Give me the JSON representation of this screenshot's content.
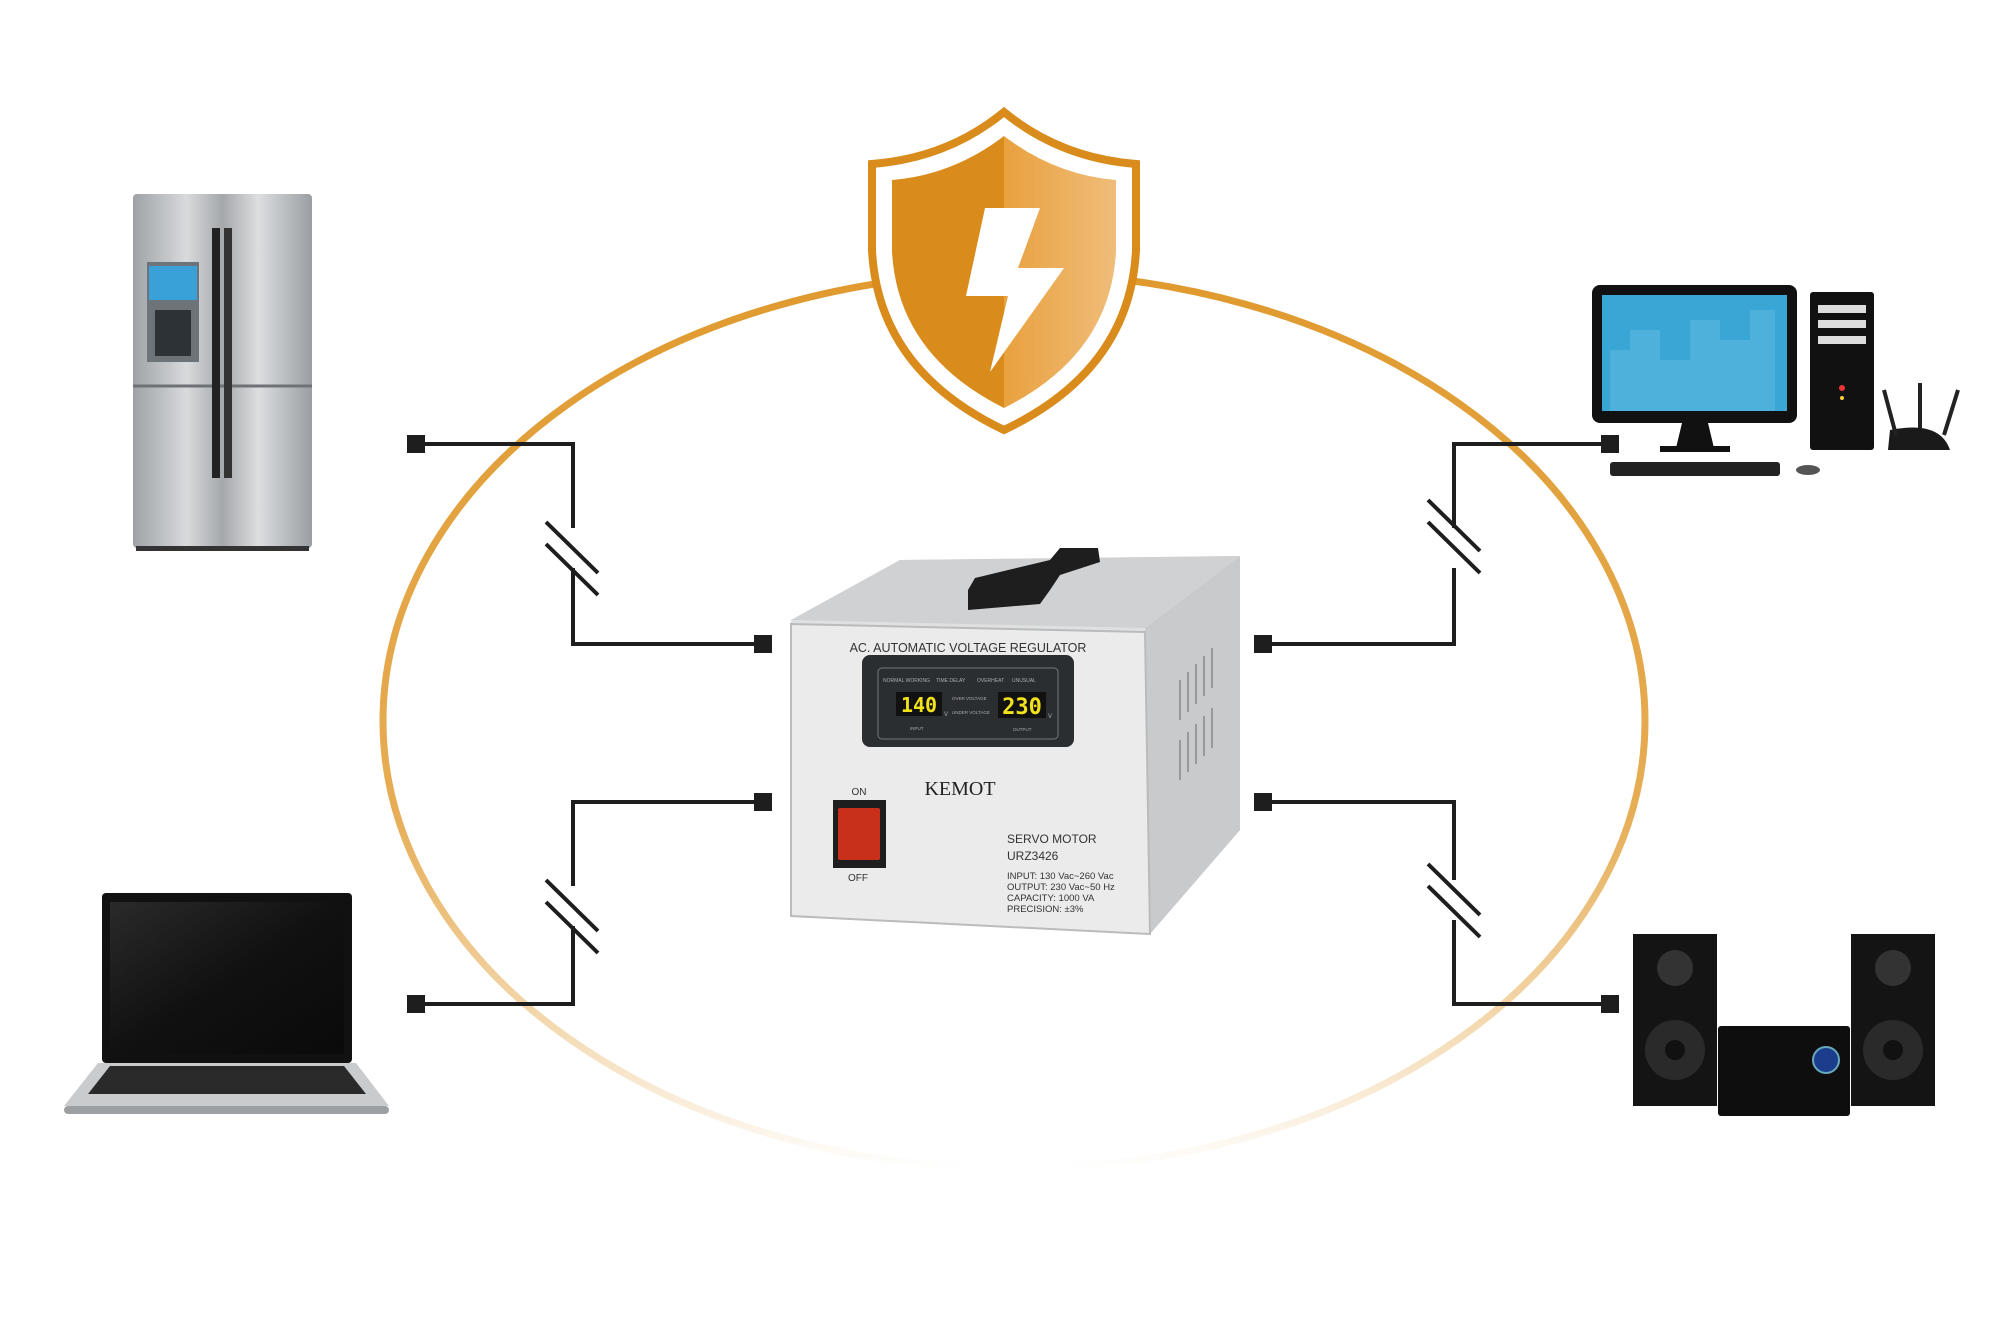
{
  "regulator": {
    "header": "AC. AUTOMATIC VOLTAGE REGULATOR",
    "indicators": [
      "NORMAL WORKING",
      "TIME DELAY",
      "OVERHEAT",
      "UNUSUAL"
    ],
    "input_label": "INPUT",
    "output_label": "OUTPUT",
    "over_voltage": "OVER VOLTAGE",
    "under_voltage": "UNDER VOLTAGE",
    "input_value": "140",
    "output_value": "230",
    "unit": "V",
    "brand": "KEMOT",
    "switch_on": "ON",
    "switch_off": "OFF",
    "model_type": "SERVO MOTOR",
    "model": "URZ3426",
    "specs": [
      "INPUT: 130 Vac~260 Vac",
      "OUTPUT: 230 Vac~50 Hz",
      "CAPACITY: 1000 VA",
      "PRECISION: ±3%"
    ]
  },
  "devices": [
    "refrigerator",
    "laptop",
    "desktop-computer",
    "audio-system"
  ],
  "colors": {
    "accent": "#e09a2e",
    "shield": "#d98c1c",
    "wire": "#1e1e1e"
  }
}
